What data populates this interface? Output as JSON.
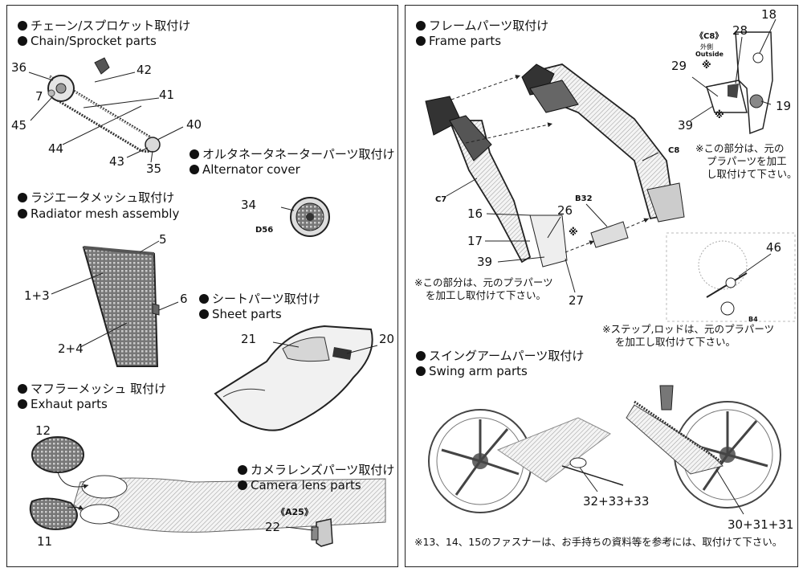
{
  "sections": {
    "chain": {
      "jp": "チェーン/スプロケット取付け",
      "en": "Chain/Sprocket parts"
    },
    "alternator": {
      "jp": "オルタネータネーターパーツ取付け",
      "en": "Alternator cover"
    },
    "radiator": {
      "jp": "ラジエータメッシュ取付け",
      "en": "Radiator mesh assembly"
    },
    "sheet": {
      "jp": "シートパーツ取付け",
      "en": "Sheet parts"
    },
    "muffler": {
      "jp": "マフラーメッシュ 取付け",
      "en": "Exhaut parts"
    },
    "camera": {
      "jp": "カメラレンズパーツ取付け",
      "en": "Camera lens parts"
    },
    "frame": {
      "jp": "フレームパーツ取付け",
      "en": "Frame parts"
    },
    "swingarm": {
      "jp": "スイングアームパーツ取付け",
      "en": "Swing arm parts"
    }
  },
  "labels": {
    "p36": "36",
    "p42": "42",
    "p7": "7",
    "p41": "41",
    "p45": "45",
    "p40": "40",
    "p44": "44",
    "p43": "43",
    "p35": "35",
    "p34": "34",
    "d56": "D56",
    "p5": "5",
    "p1_3": "1+3",
    "p6": "6",
    "p2_4": "2+4",
    "p21": "21",
    "p20": "20",
    "p12": "12",
    "p11": "11",
    "a25": "《A25》",
    "p22": "22",
    "c7": "C7",
    "c8": "C8",
    "b32": "B32",
    "p16": "16",
    "p26": "26",
    "p17": "17",
    "p39": "39",
    "p27": "27",
    "mark": "※",
    "c8_detail": "《C8》",
    "outside_jp": "外側",
    "outside_en": "Outside",
    "p18": "18",
    "p28": "28",
    "p29": "29",
    "p19": "19",
    "p39b": "39",
    "p46": "46",
    "b4": "B4",
    "p32": "32+33+33",
    "p30": "30+31+31"
  },
  "notes": {
    "frame_note_1": "※この部分は、元のプラパーツ",
    "frame_note_2": "を加工し取付けて下さい。",
    "c8_note_1": "※この部分は、元の",
    "c8_note_2": "プラパーツを加工",
    "c8_note_3": "し取付けて下さい。",
    "step_note_1": "※ステップ,ロッドは、元のプラパーツ",
    "step_note_2": "を加工し取付けて下さい。",
    "fastener_note": "※13、14、15のファスナーは、お手持ちの資料等を参考には、取付けて下さい。"
  }
}
